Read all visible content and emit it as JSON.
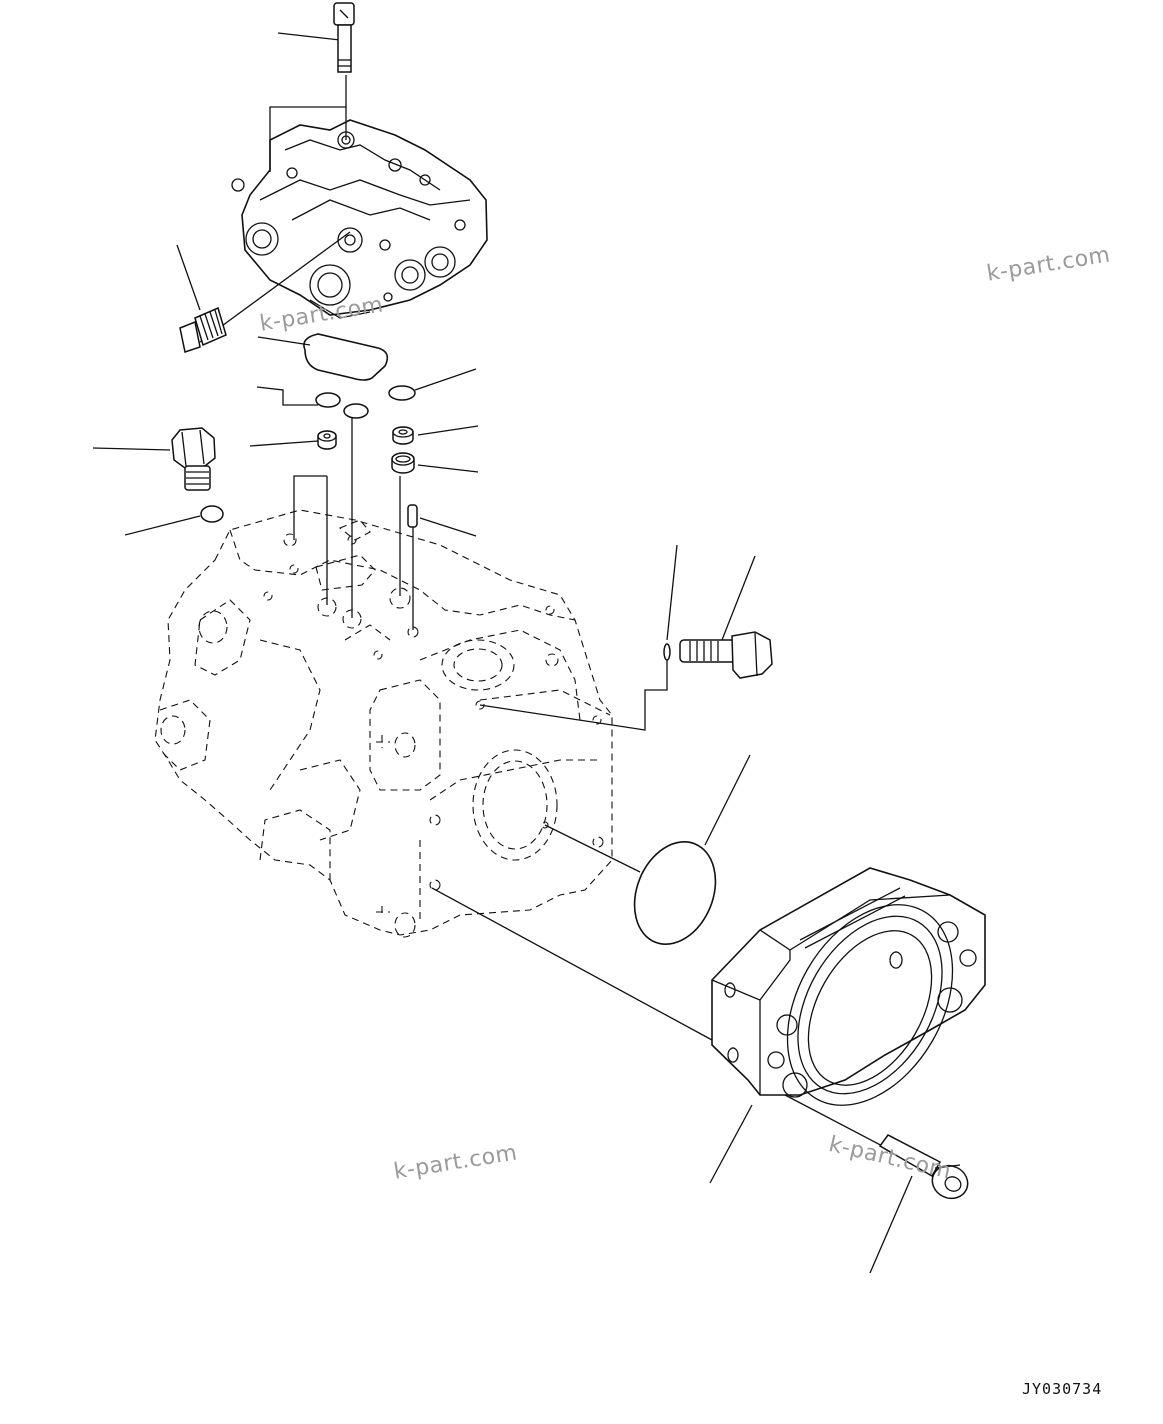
{
  "watermarks": {
    "wm_right": "k-part.com",
    "wm_left": "k-part.com",
    "wm_bottom": "k-part.com",
    "wm_flange": "k-part.com"
  },
  "figure_code": "JY030734"
}
